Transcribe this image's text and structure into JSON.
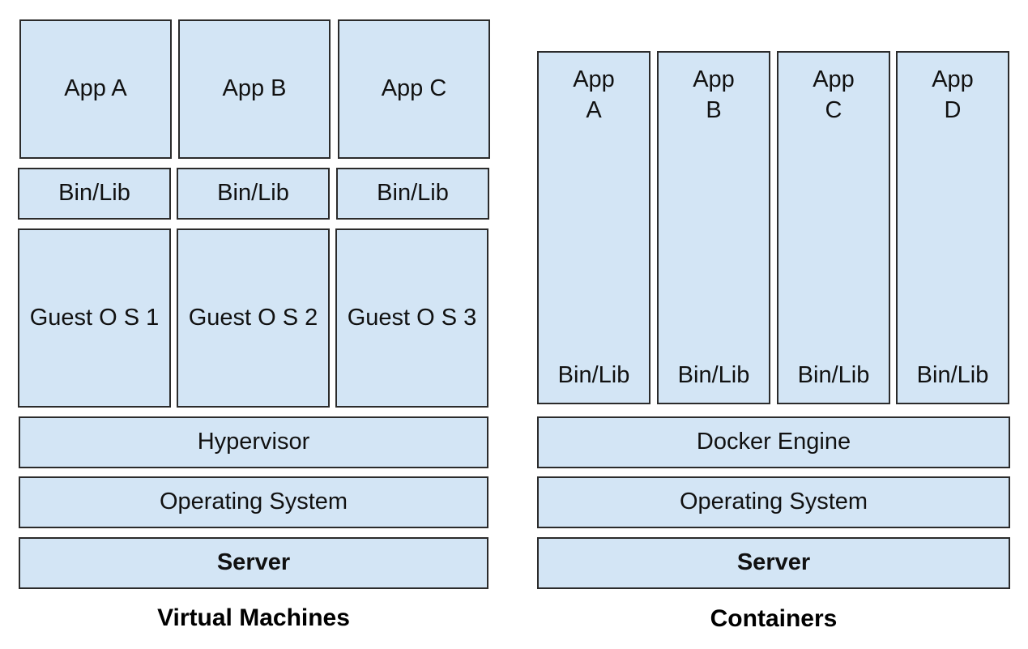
{
  "virtual_machines": {
    "caption": "Virtual Machines",
    "apps": [
      "App A",
      "App B",
      "App C"
    ],
    "bin_libs": [
      "Bin/Lib",
      "Bin/Lib",
      "Bin/Lib"
    ],
    "guest_os": [
      "Guest O S 1",
      "Guest O S 2",
      "Guest O S 3"
    ],
    "hypervisor": "Hypervisor",
    "operating_system": "Operating System",
    "server": "Server"
  },
  "containers": {
    "caption": "Containers",
    "columns": [
      {
        "app_line1": "App",
        "app_line2": "A",
        "bin_lib": "Bin/Lib"
      },
      {
        "app_line1": "App",
        "app_line2": "B",
        "bin_lib": "Bin/Lib"
      },
      {
        "app_line1": "App",
        "app_line2": "C",
        "bin_lib": "Bin/Lib"
      },
      {
        "app_line1": "App",
        "app_line2": "D",
        "bin_lib": "Bin/Lib"
      }
    ],
    "docker_engine": "Docker Engine",
    "operating_system": "Operating System",
    "server": "Server"
  },
  "colors": {
    "box_fill": "#d3e5f5",
    "box_border": "#2b2b2b"
  }
}
